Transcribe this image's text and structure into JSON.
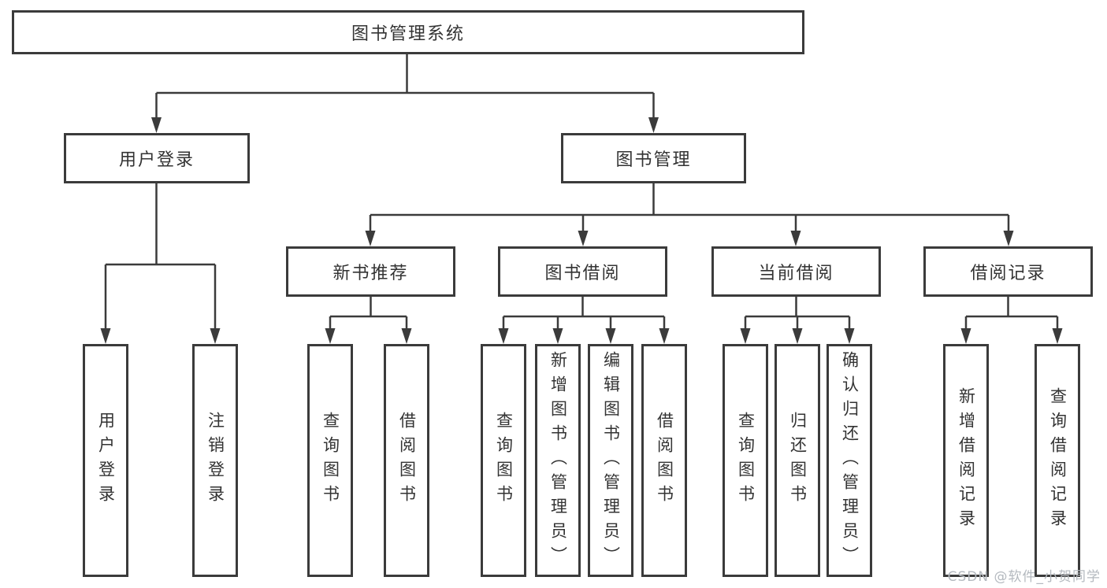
{
  "diagram": {
    "root": {
      "label": "图书管理系统"
    },
    "branches": [
      {
        "label": "用户登录",
        "children": [
          {
            "label": "用户登录"
          },
          {
            "label": "注销登录"
          }
        ]
      },
      {
        "label": "图书管理",
        "children": [
          {
            "label": "新书推荐",
            "children": [
              {
                "label": "查询图书"
              },
              {
                "label": "借阅图书"
              }
            ]
          },
          {
            "label": "图书借阅",
            "children": [
              {
                "label": "查询图书"
              },
              {
                "label": "新增图书（管理员）"
              },
              {
                "label": "编辑图书（管理员）"
              },
              {
                "label": "借阅图书"
              }
            ]
          },
          {
            "label": "当前借阅",
            "children": [
              {
                "label": "查询图书"
              },
              {
                "label": "归还图书"
              },
              {
                "label": "确认归还（管理员）"
              }
            ]
          },
          {
            "label": "借阅记录",
            "children": [
              {
                "label": "新增借阅记录"
              },
              {
                "label": "查询借阅记录"
              }
            ]
          }
        ]
      }
    ]
  },
  "watermark": {
    "text": "CSDN @软件_小贺同学"
  },
  "colors": {
    "line": "#3b3b3b",
    "box_border": "#3b3b3b",
    "text": "#333333",
    "background": "#ffffff",
    "watermark": "#b4b9bf"
  }
}
